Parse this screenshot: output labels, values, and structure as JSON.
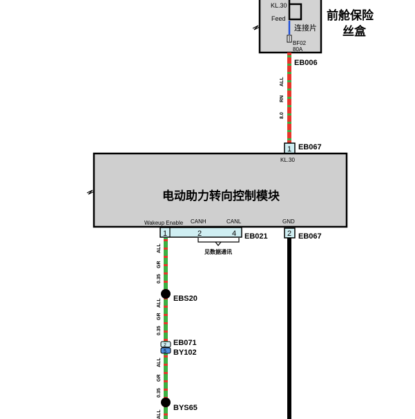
{
  "fuse_box": {
    "title_line1": "前舱保险",
    "title_line2": "丝盒",
    "kl30": "KL.30",
    "feed": "Feed",
    "link_label": "连接片",
    "fuse_id": "BF02",
    "fuse_rating": "80A"
  },
  "wire_top": {
    "connector": "EB006",
    "spec_size": "8.0",
    "spec_color": "RN",
    "spec_all": "ALL",
    "color_main": "#e8352b",
    "color_stripe": "#3cb043"
  },
  "module": {
    "title": "电动助力转向控制模块",
    "pin1_num": "1",
    "pin1_connector": "EB067",
    "pin1_label": "KL.30",
    "pin_wakeup_label": "Wakeup Enable",
    "pin_canh_label": "CANH",
    "pin_canl_label": "CANL",
    "pin_gnd_label": "GND",
    "pin_bottom_1": "1",
    "pin_bottom_2": "2",
    "pin_bottom_4": "4",
    "pin_bottom_connector": "EB021",
    "gnd_pin_num": "2",
    "gnd_connector": "EB067",
    "can_note": "见数据通讯",
    "fill": "#cfcfcf"
  },
  "wire_left": {
    "spec_a_size": "0.35",
    "spec_a_color": "GR",
    "spec_a_all": "ALL",
    "spec_b_size": "0.35",
    "spec_b_color": "GR",
    "spec_b_all": "ALL",
    "spec_c_size": "0.35",
    "spec_c_color": "GR",
    "spec_c_all": "ALL",
    "spec_d_all": "ALL",
    "splice1": "EBS20",
    "connector_a": "EB071",
    "connector_b": "BY102",
    "inline_pin_top": "2",
    "inline_pin_bottom": "5",
    "splice2": "BYS65",
    "color_main": "#3cb043",
    "color_stripe": "#e8352b"
  }
}
